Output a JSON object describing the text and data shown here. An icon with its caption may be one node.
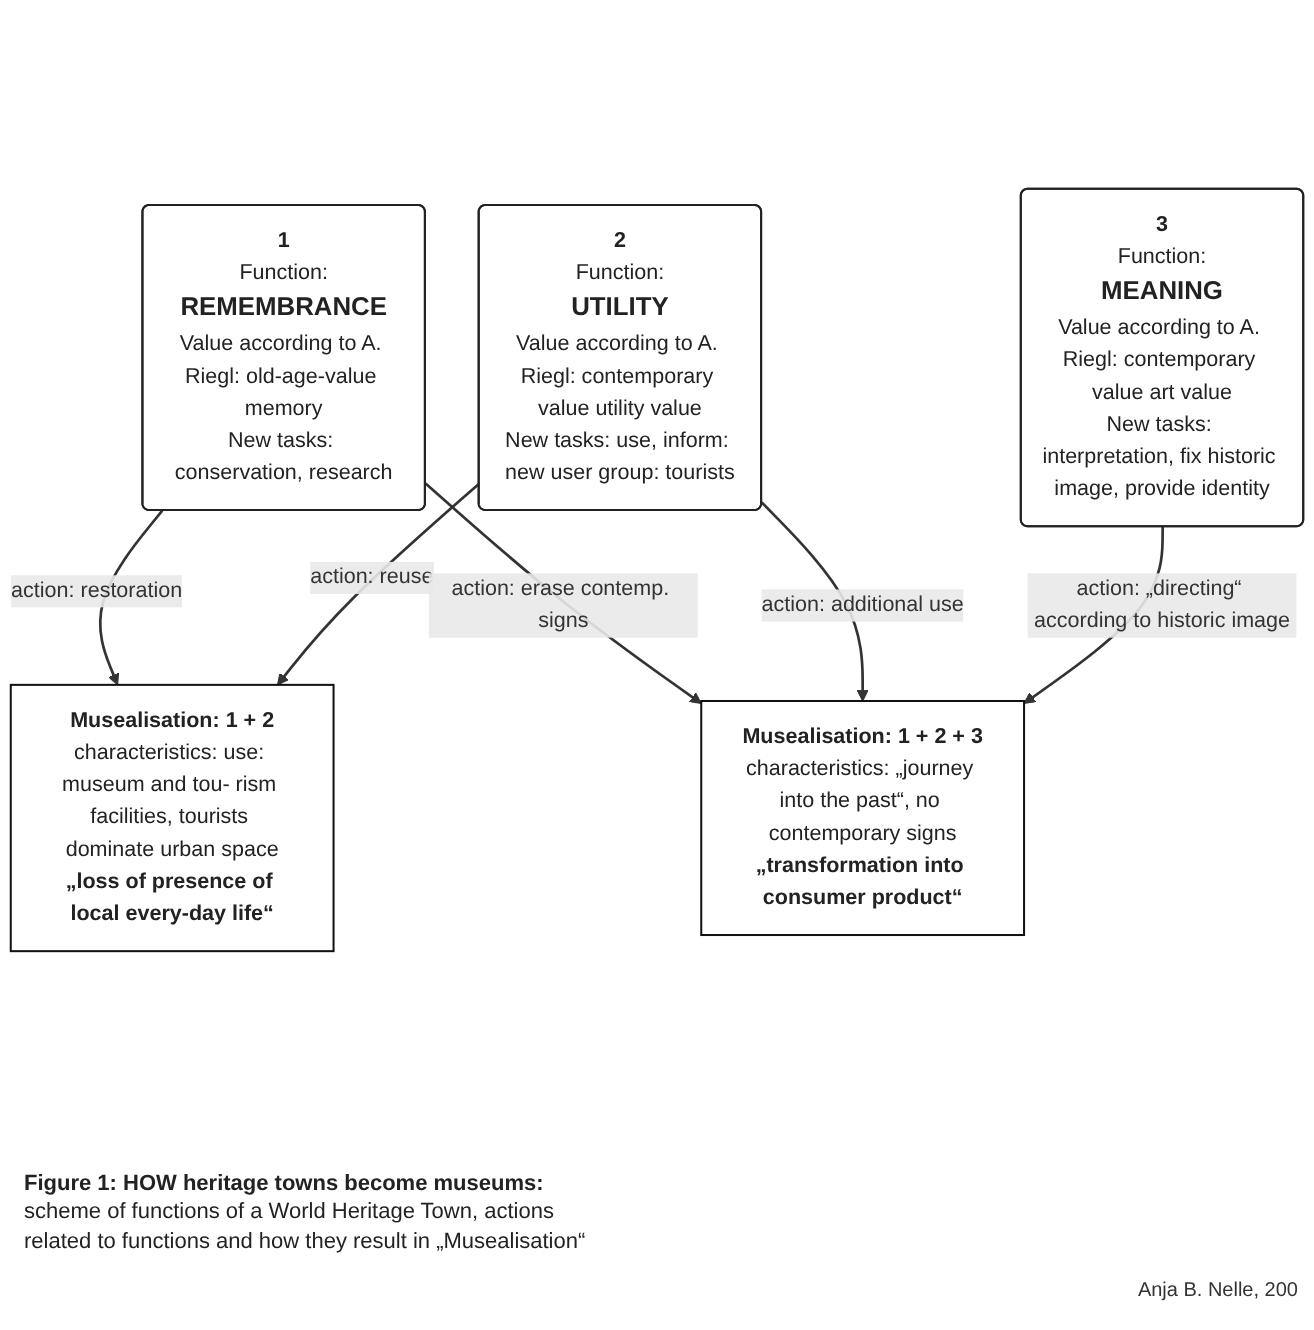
{
  "diagram": {
    "nodes": [
      {
        "text": [
          "Musealisation: 1 + 2",
          "characteristics: use: museum and tou- rism facilities, tourists dominate urban space",
          "„loss of presence of local every-day life“"
        ]
      },
      {
        "text": [
          "1",
          "Function:",
          "REMEMBRANCE",
          "Value according to A. Riegl: old-age-value memory",
          "New tasks: conservation, research"
        ]
      },
      {
        "text": [
          "2",
          "Function:",
          "UTILITY",
          "Value according to A. Riegl: contemporary value utility value",
          "New tasks: use, inform: new user group: tourists"
        ]
      },
      {
        "text": [
          "Musealisation: 1 + 2 + 3",
          "characteristics: „journey into the past“, no contemporary signs",
          "„transformation into consumer product“"
        ]
      },
      {
        "text": [
          "3",
          "Function:",
          "MEANING",
          "Value according to A. Riegl: contemporary value art value",
          "New tasks: interpretation, fix historic image, provide identity"
        ]
      }
    ],
    "edges": [
      {
        "from": 1,
        "to": 0,
        "arrow": "to",
        "label": "action: restoration"
      },
      {
        "from": 2,
        "to": 0,
        "arrow": "to",
        "label": "action: reuse"
      },
      {
        "from": 1,
        "to": 3,
        "arrow": "to",
        "label": "action: erase contemp. signs"
      },
      {
        "from": 2,
        "to": 3,
        "arrow": "to",
        "label": "action: additional use"
      },
      {
        "from": 4,
        "to": 3,
        "arrow": "to",
        "label": "action: „directing“ according to historic image"
      }
    ],
    "caption": "**Figure 1:** **HOW heritage towns become museums:** scheme of functions of a World Heritage Town, actions related to functions and how they result in „Musealisation“",
    "labels": [
      "Anja B. Nelle, 200"
    ]
  }
}
